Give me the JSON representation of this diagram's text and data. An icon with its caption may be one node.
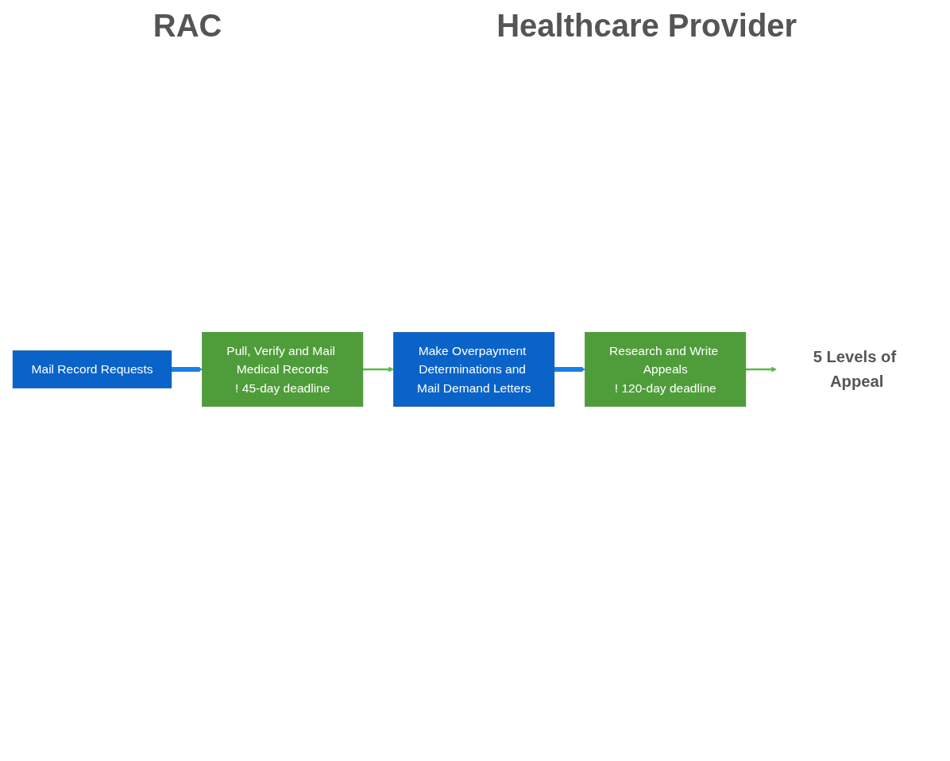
{
  "diagram": {
    "nodes": [
      {
        "text": [
          "Mail Record Requests"
        ]
      },
      {
        "text": [
          "Pull, Verify and Mail Medical Records",
          "! 45-day deadline"
        ]
      },
      {
        "text": [
          "Make Overpayment Determinations and Mail Demand Letters"
        ]
      },
      {
        "text": [
          "Research and Write Appeals",
          "! 120-day deadline"
        ]
      },
      {
        "text": [
          "5 Levels of Appeal"
        ]
      }
    ],
    "edges": [
      {
        "from": 0,
        "to": 1,
        "arrow": "to",
        "style": "thick",
        "color": "#1a7fe8"
      },
      {
        "from": 1,
        "to": 2,
        "arrow": "to",
        "color": "#5ab946"
      },
      {
        "from": 2,
        "to": 3,
        "arrow": "to",
        "style": "thick",
        "color": "#1a7fe8"
      },
      {
        "from": 3,
        "to": 4,
        "arrow": "to",
        "color": "#5ab946"
      }
    ],
    "labels": [
      "RAC",
      "Healthcare Provider"
    ]
  }
}
